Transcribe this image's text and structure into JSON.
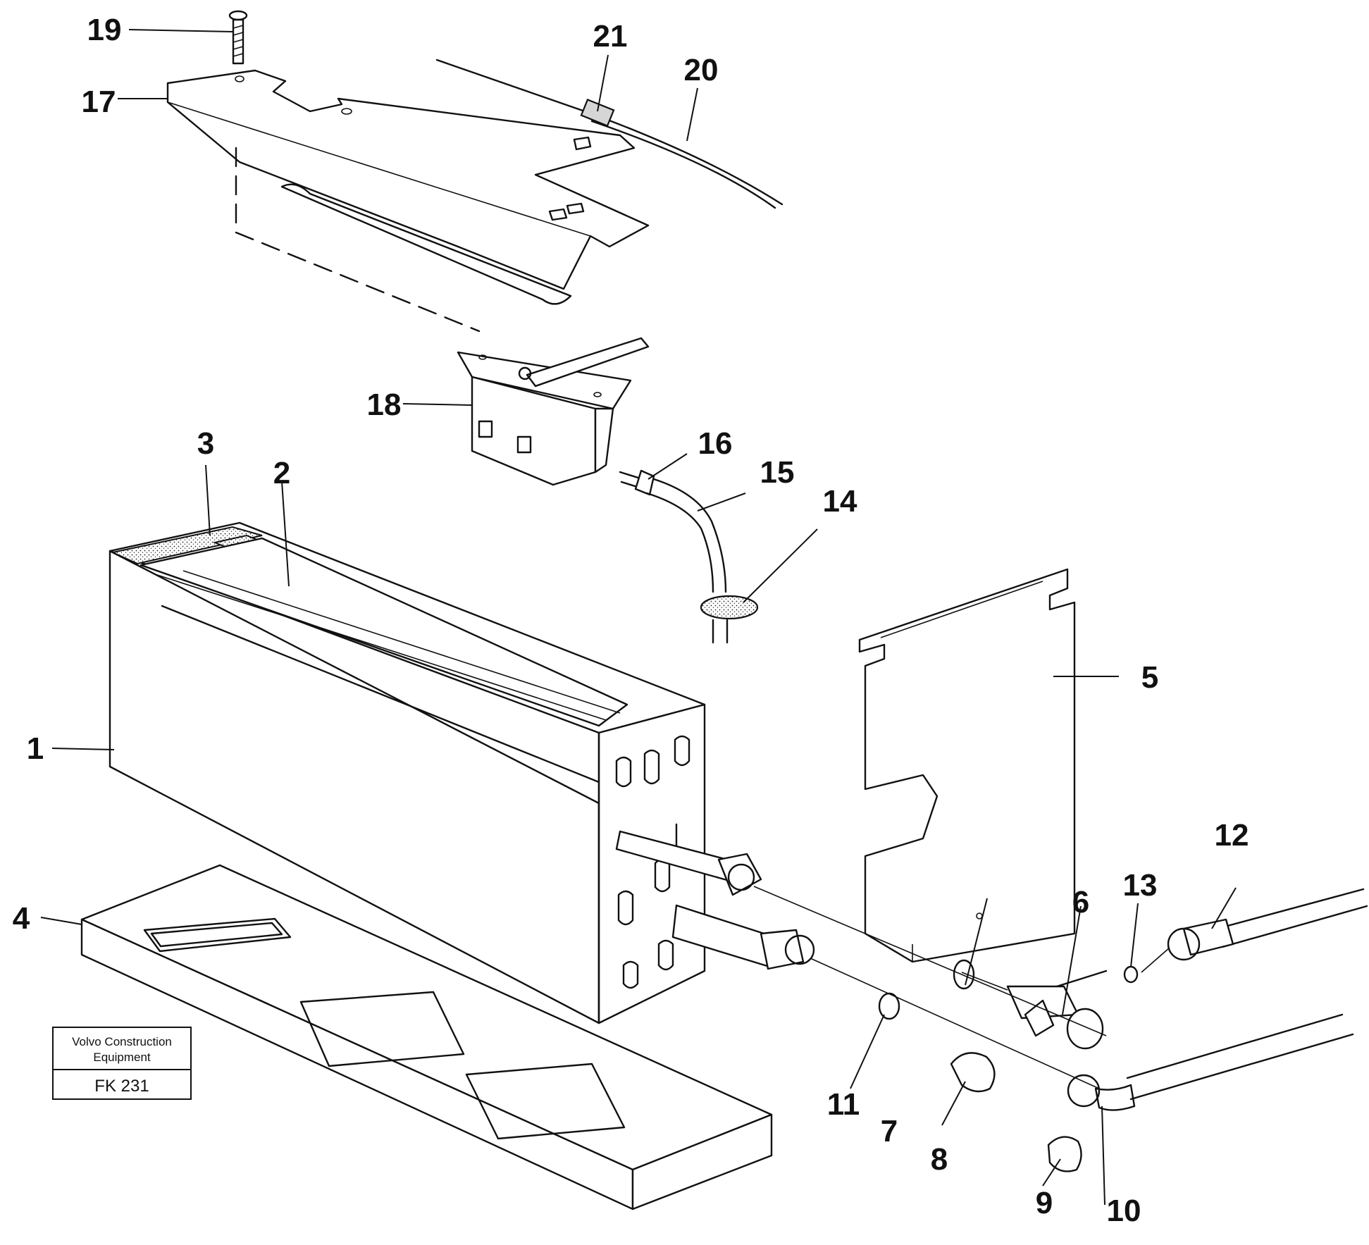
{
  "figure": {
    "callouts": [
      "1",
      "2",
      "3",
      "4",
      "5",
      "6",
      "7",
      "8",
      "9",
      "10",
      "11",
      "12",
      "13",
      "14",
      "15",
      "16",
      "17",
      "18",
      "19",
      "20",
      "21"
    ]
  },
  "stamp": {
    "line1": "Volvo Construction",
    "line2": "Equipment",
    "code": "FK 231"
  }
}
